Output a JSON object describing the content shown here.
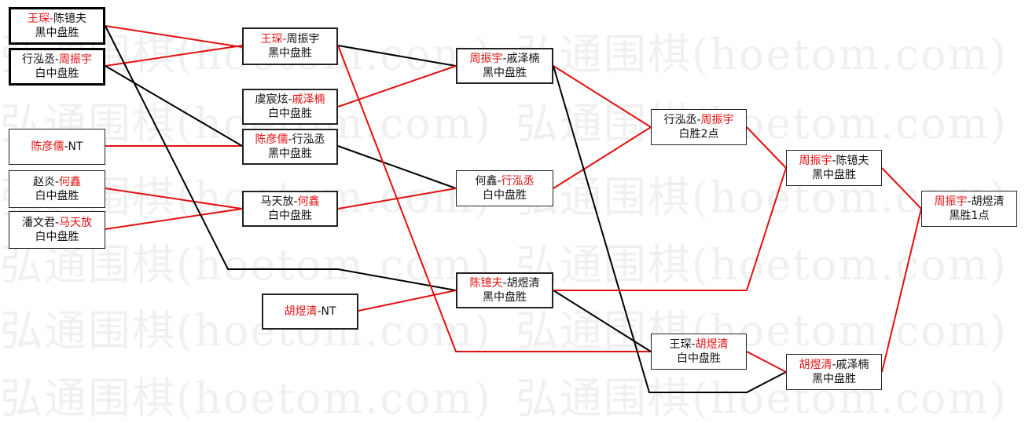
{
  "watermark": "弘通围棋(hoetom.com)",
  "colors": {
    "winner": "#e31010",
    "loser": "#111111",
    "line_red": "#e31010",
    "line_black": "#000000"
  },
  "nodes": {
    "m1": {
      "p1": "王琛",
      "sep": "-",
      "p2": "陈镱夫",
      "result": "黑中盘胜",
      "winner": 1
    },
    "m2": {
      "p1": "行泓丞",
      "sep": "-",
      "p2": "周振宇",
      "result": "白中盘胜",
      "winner": 2
    },
    "m3": {
      "p1": "陈彦儒",
      "sep": "-",
      "p2": "NT",
      "result": "",
      "winner": 1
    },
    "m4": {
      "p1": "赵炎",
      "sep": "-",
      "p2": "何鑫",
      "result": "白中盘胜",
      "winner": 2
    },
    "m5": {
      "p1": "潘文君",
      "sep": "-",
      "p2": "马天放",
      "result": "白中盘胜",
      "winner": 2
    },
    "m6": {
      "p1": "王琛",
      "sep": "-",
      "p2": "周振宇",
      "result": "黑中盘胜",
      "winner": 1
    },
    "m7": {
      "p1": "虞宸炫",
      "sep": "-",
      "p2": "戚泽楠",
      "result": "白中盘胜",
      "winner": 2
    },
    "m8": {
      "p1": "陈彦儒",
      "sep": "-",
      "p2": "行泓丞",
      "result": "黑中盘胜",
      "winner": 1
    },
    "m9": {
      "p1": "马天放",
      "sep": "-",
      "p2": "何鑫",
      "result": "白中盘胜",
      "winner": 2
    },
    "m10": {
      "p1": "胡煜清",
      "sep": "-",
      "p2": "NT",
      "result": "",
      "winner": 1
    },
    "m11": {
      "p1": "周振宇",
      "sep": "-",
      "p2": "戚泽楠",
      "result": "黑中盘胜",
      "winner": 1
    },
    "m12": {
      "p1": "何鑫",
      "sep": "-",
      "p2": "行泓丞",
      "result": "白中盘胜",
      "winner": 2
    },
    "m13": {
      "p1": "陈镱夫",
      "sep": "-",
      "p2": "胡煜清",
      "result": "黑中盘胜",
      "winner": 1
    },
    "m14": {
      "p1": "行泓丞",
      "sep": "-",
      "p2": "周振宇",
      "result": "白胜2点",
      "winner": 2
    },
    "m15": {
      "p1": "王琛",
      "sep": "-",
      "p2": "胡煜清",
      "result": "白中盘胜",
      "winner": 2
    },
    "m16": {
      "p1": "周振宇",
      "sep": "-",
      "p2": "陈镱夫",
      "result": "黑中盘胜",
      "winner": 1
    },
    "m17": {
      "p1": "胡煜清",
      "sep": "-",
      "p2": "戚泽楠",
      "result": "黑中盘胜",
      "winner": 1
    },
    "m18": {
      "p1": "周振宇",
      "sep": "-",
      "p2": "胡煜清",
      "result": "黑胜1点",
      "winner": 1
    }
  }
}
